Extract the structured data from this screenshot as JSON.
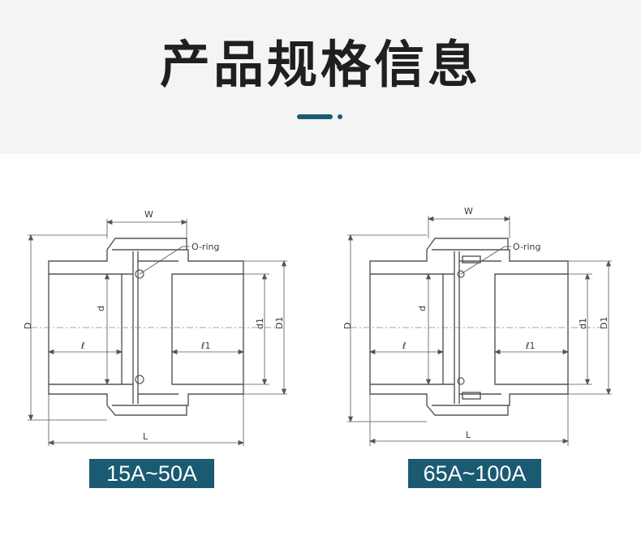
{
  "header": {
    "title": "产品规格信息"
  },
  "diagrams": [
    {
      "size_label": "15A~50A",
      "labels": {
        "W": "W",
        "oring": "O-ring",
        "D": "D",
        "d": "d",
        "l": "ℓ",
        "l1": "ℓ1",
        "d1": "d1",
        "D1": "D1",
        "L": "L"
      }
    },
    {
      "size_label": "65A~100A",
      "labels": {
        "W": "W",
        "oring": "O-ring",
        "D": "D",
        "d": "d",
        "l": "ℓ",
        "l1": "ℓ1",
        "d1": "d1",
        "D1": "D1",
        "L": "L"
      }
    }
  ]
}
